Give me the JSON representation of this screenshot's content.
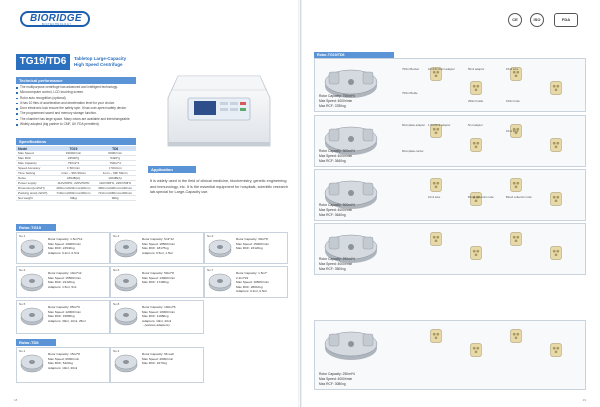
{
  "brand": {
    "name": "BIORIDGE",
    "tag": "BIOTECHNOLOGY"
  },
  "header": {
    "model": "TG19/TD6",
    "title_line1": "Tabletop Large-Capacity",
    "title_line2": "High Speed Centrifuge"
  },
  "sections": {
    "features": "Technical performance",
    "spec": "Specifications",
    "application": "Application",
    "rotors_tg19": "Rotor-TG19",
    "rotors_td6": "Rotor-TD6",
    "rotors_right": "Rotor-TG19/TD6"
  },
  "features": [
    "The multipurpose centrifuge has advanced and intelligent technology.",
    "Microcomputer control, LCD touching screen.",
    "Rotor auto recognition (optional).",
    "It has 10 files of acceleration and deceleration level for your choice.",
    "Door electronic lock ensure the safety spin. It has over-speed safety device.",
    "The programmed saved and memory storage function.",
    "The chamber has large space. Many rotors are available and interchangeable.",
    "Widely adopted (big partner to CMF, UK FDA permitted)."
  ],
  "spec": {
    "headers": [
      "Model",
      "TG19",
      "TD6"
    ],
    "rows": [
      [
        "Max Speed",
        "19000r/min",
        "6000r/min"
      ],
      [
        "Max RCF",
        "24500*g",
        "5420*g"
      ],
      [
        "Max Capacity",
        "750ml*4",
        "750ml*4"
      ],
      [
        "Speed Accuracy",
        "± 50r/min",
        "± 50r/min"
      ],
      [
        "Time Setting",
        "1min ~ 99h 59min",
        "1min ~ 99h 59min"
      ],
      [
        "Noise",
        "≤60dB(A)",
        "≤60dB(A)"
      ],
      [
        "Power supply",
        "110V/60Hz, 220V/50Hz",
        "110V/60Hz, 220V/50Hz"
      ],
      [
        "Dimension(LxWxH)",
        "480mmx620mmx420mm",
        "480mmx620mmx420mm"
      ],
      [
        "Packing size(LxWxH)",
        "710mmx660mmx400mm",
        "710mmx660mmx400mm"
      ],
      [
        "Net weight",
        "90kg",
        "90kg"
      ]
    ]
  },
  "application": "It is widely used in the field of clinical medicine, biochemistry, genetic engineering and immunology, etc. It is the essential equipment for hospitals, scientific research lab.special for Large-Capacity use.",
  "left_rotors": [
    {
      "no": "No.1",
      "lines": [
        "Rotor Capacity: 1.5ml*12",
        "Max Speed: 19000r/min",
        "Max RCF: 24540xg",
        "Adaptors: 0.2ml- 0.5ml"
      ]
    },
    {
      "no": "No.2",
      "lines": [
        "Rotor Capacity: 5ml*12",
        "Max Speed: 18500r/min",
        "Max RCF: 18175xg",
        "Adaptors: 0.5ml, 1.5ml"
      ]
    },
    {
      "no": "No.3",
      "lines": [
        "Rotor Capacity: 30ml*8",
        "Max Speed: 15000r/min",
        "Max RCF: 23120xg"
      ]
    },
    {
      "no": "No.4",
      "lines": [
        "Rotor Capacity: 10ml*12",
        "Max Speed: 15500r/min",
        "Max RCF: 22120xg",
        "Adaptors: 1.5ml, 5ml"
      ]
    },
    {
      "no": "No.6",
      "lines": [
        "Rotor Capacity: 50ml*8",
        "Max Speed: 13000r/min",
        "Max RCF: 17480xg"
      ]
    },
    {
      "no": "No.7",
      "lines": [
        "Rotor Capacity: 1.5ml*",
        "2.2ml*24",
        "Max Speed: 16500r/min",
        "Max RCF: 28010xg",
        "Adaptors: 0.2ml, 0.5ml"
      ]
    },
    {
      "no": "No.5",
      "lines": [
        "Rotor Capacity: 85ml*6",
        "Max Speed: 12000r/min",
        "Max RCF: 15880xg",
        "Adaptors: 30ml, 10ml, 25ml"
      ]
    },
    {
      "no": "No.8",
      "lines": [
        "Rotor Capacity: 100ml*6",
        "Max Speed: 10000r/min",
        "Max RCF: 11980xg",
        "Adaptors: 10ml, 20ml",
        "...(various adaptors)"
      ]
    },
    {
      "no": "No.1",
      "lines": [
        "Rotor Capacity: 15ml*8",
        "Max Speed: 6000r/min",
        "Max RCF: 5420xg",
        "Adaptors: 10ml, 20ml"
      ]
    },
    {
      "no": "No.2",
      "lines": [
        "Rotor Capacity: 96 well",
        "Max Speed: 4000r/min",
        "Max RCF: 2270xg"
      ]
    }
  ],
  "right_rotors": [
    {
      "lines": [
        "Rotor Capacity: 750ml*4",
        "Max Speed: 4000r/min",
        "Max RCF: 3780xg"
      ]
    },
    {
      "lines": [
        "Rotor Capacity: 300ml*4",
        "Max Speed: 4000r/min",
        "Max RCF: 3640xg"
      ]
    },
    {
      "lines": [
        "Rotor Capacity: 300ml*4",
        "Max Speed: 4000r/min",
        "Max RCF: 3640xg"
      ]
    },
    {
      "lines": [
        "Rotor Capacity: 250ml*4",
        "Max Speed: 4000r/min",
        "Max RCF: 3500xg"
      ]
    },
    {
      "lines": [
        "Rotor Capacity: 250ml*4",
        "Max Speed: 4000r/min",
        "Max RCF: 3080xg"
      ]
    }
  ],
  "accessory_labels": [
    "750ml Bucket",
    "750ml Bottle",
    "10ml/5ml/2ml adaptor",
    "50ml adaptor",
    "15ml tube",
    "100ml tube",
    "250ml bottle",
    "Microplate adaptor",
    "Microplate carrier",
    "1.5ml/5ml adaptor",
    "5ml adaptor",
    "15ml tube",
    "10ml tube",
    "Blood collection tube",
    "Blood collection tube"
  ],
  "page_numbers": {
    "left": "18",
    "right": "19"
  },
  "badges": [
    "CE",
    "ISO",
    "FDA"
  ],
  "colors": {
    "accent": "#2b6fbf",
    "bar": "#5b94d6",
    "panel": "#f7f9fb"
  }
}
